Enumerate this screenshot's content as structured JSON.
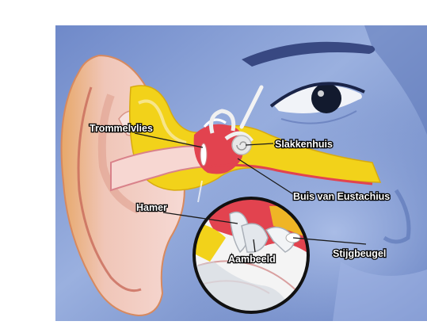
{
  "diagram": {
    "labels": {
      "trommelvlies": "Trommelvlies",
      "slakkenhuis": "Slakkenhuis",
      "buis_van_eustachius": "Buis van Eustachius",
      "hamer": "Hamer",
      "stijgbeugel": "Stijgbeugel",
      "aambeeld": "Aambeeld"
    },
    "colors": {
      "skin": "#8fa6d8",
      "skin_shadow": "#5c77b8",
      "outer_ear": "#f3c7c3",
      "canal_bone": "#f2d21a",
      "tissue_red": "#e2434f",
      "ossicle": "#e9ecef",
      "eye_dark": "#121a2e",
      "magnifier_rim": "#111111"
    }
  }
}
